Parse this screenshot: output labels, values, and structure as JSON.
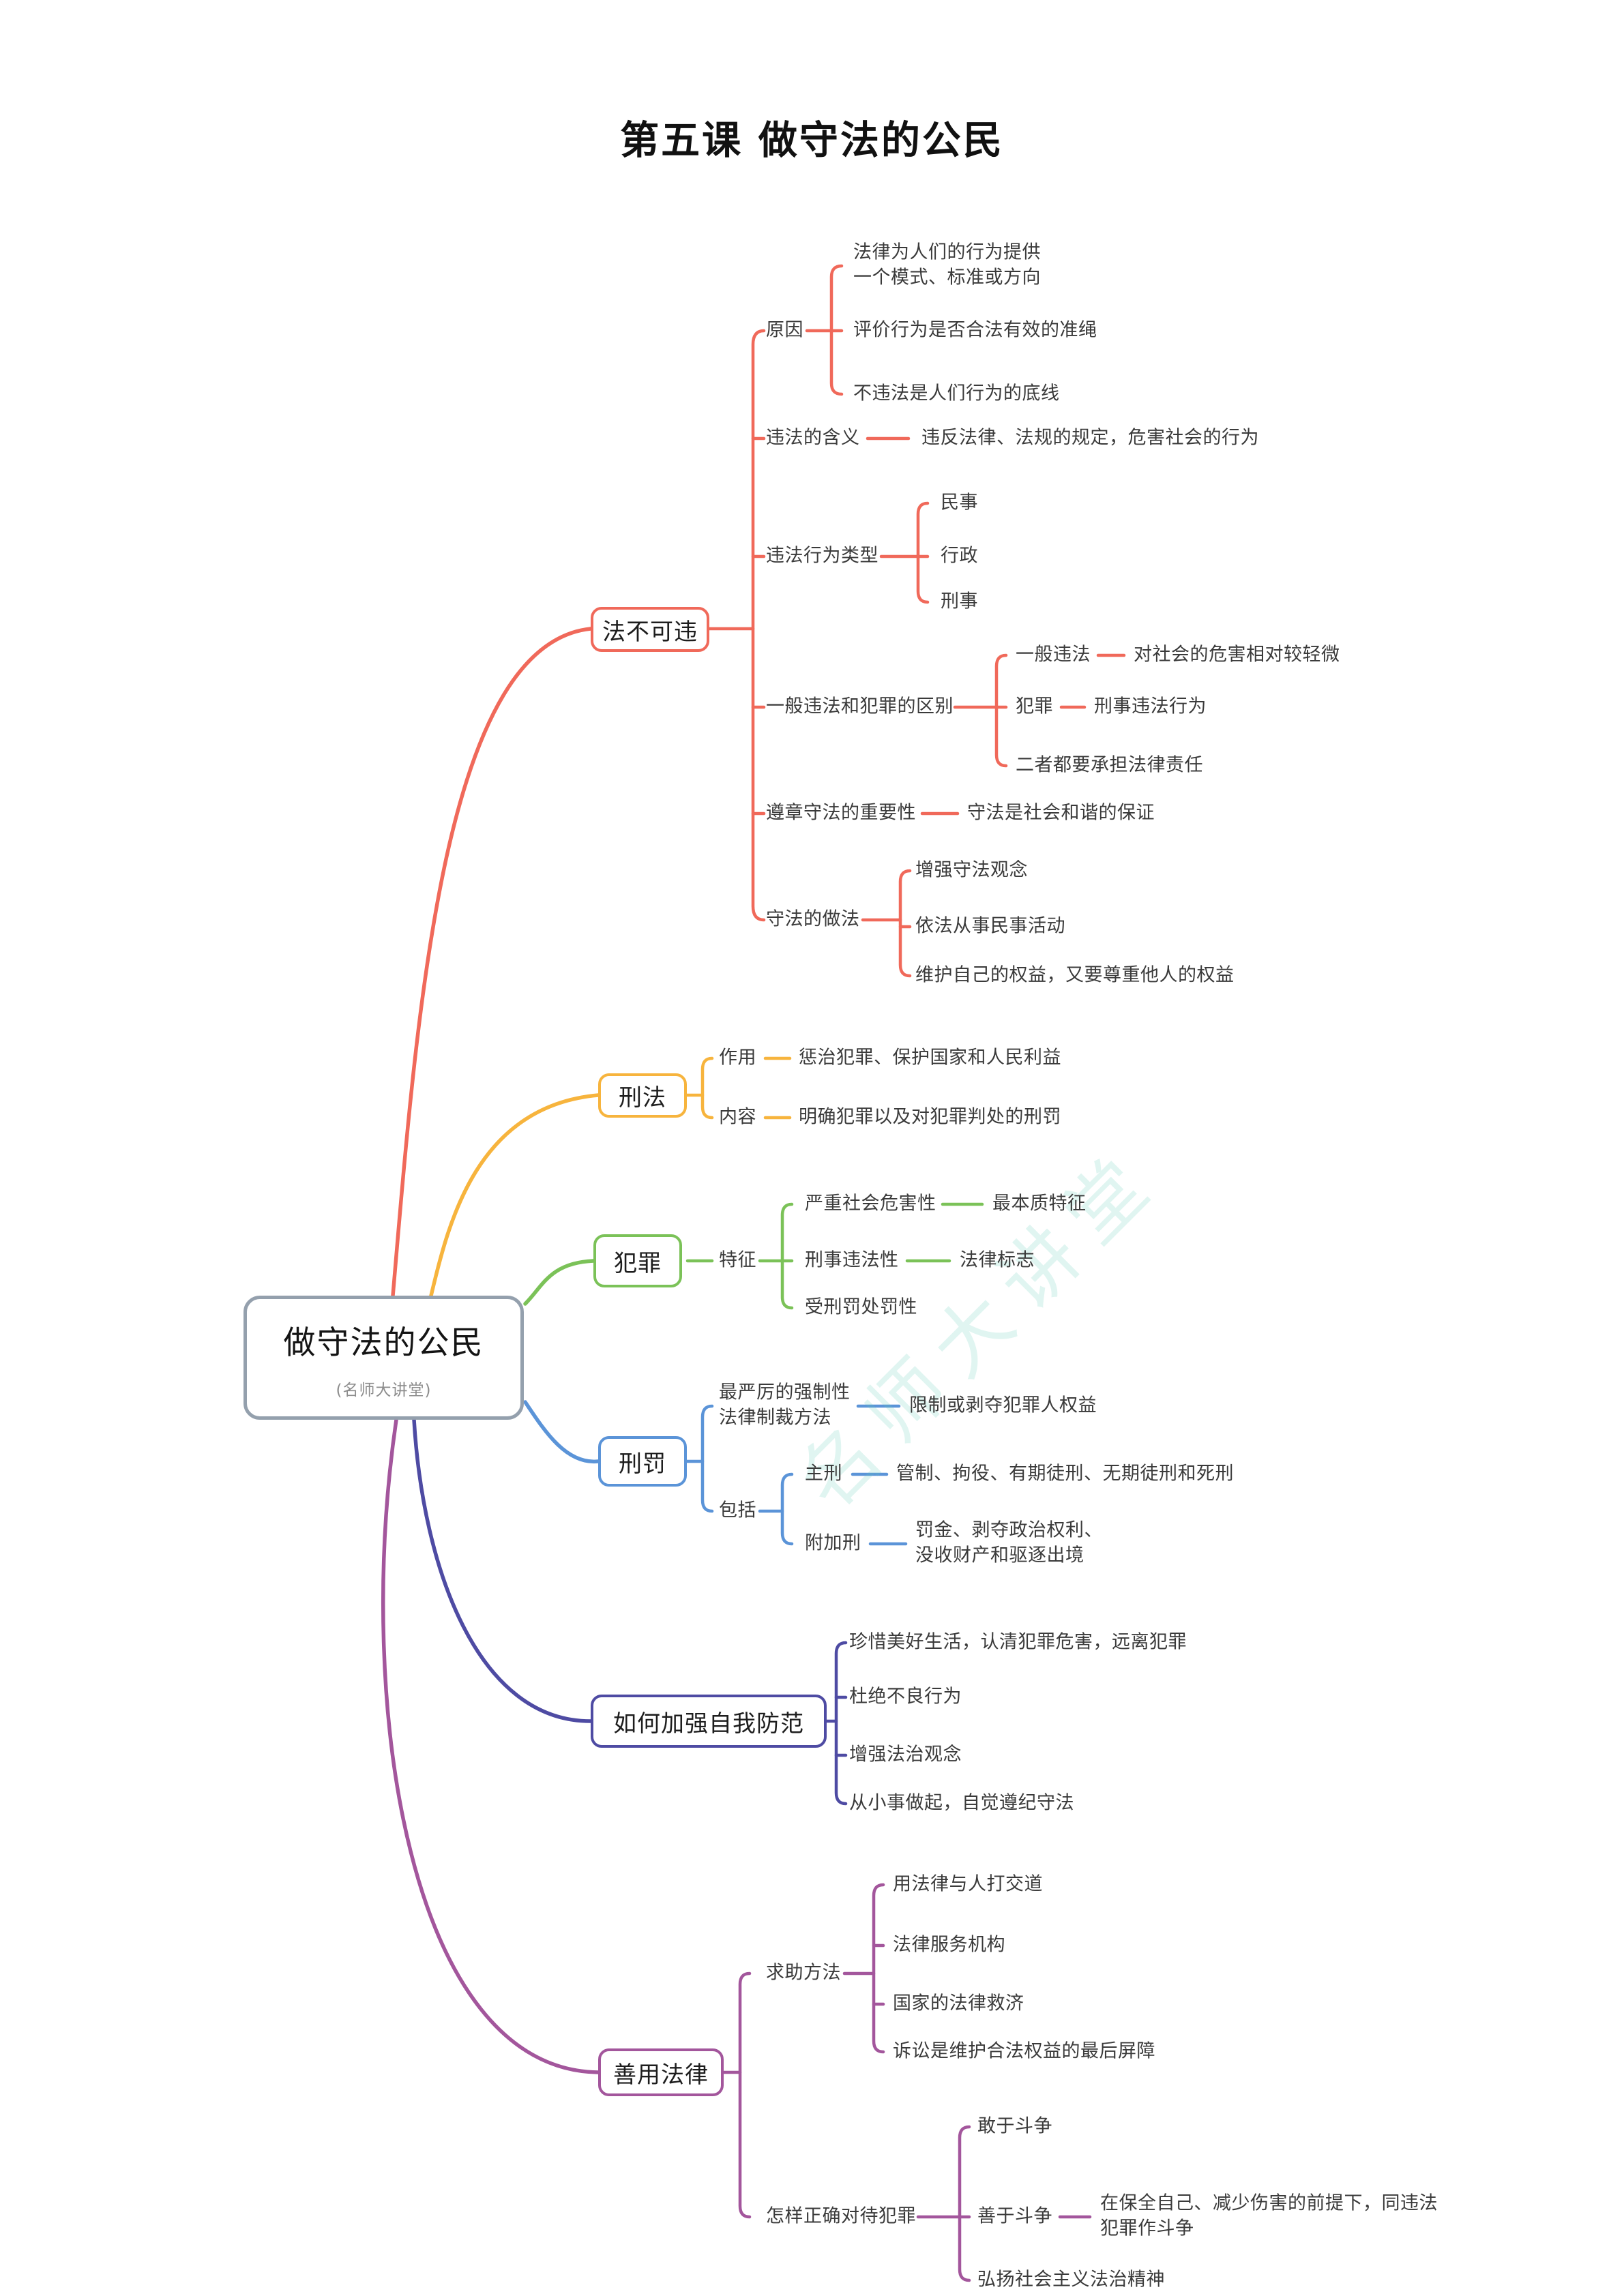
{
  "page_title": "第五课 做守法的公民",
  "watermark": "名师大讲堂",
  "root": {
    "label": "做守法的公民",
    "subtitle": "(名师大讲堂)"
  },
  "colors": {
    "branch_law_inviolable": "#f0695a",
    "branch_criminal_law": "#f7b43d",
    "branch_crime": "#7bc258",
    "branch_penalty": "#5b94d8",
    "branch_self_protection": "#4e4ba3",
    "branch_use_law": "#a3569c",
    "root_border": "#94a0ad"
  },
  "branches": [
    {
      "label": "法不可违",
      "color": "#f0695a",
      "children": [
        {
          "label": "原因",
          "children": [
            {
              "label": "法律为人们的行为提供\n一个模式、标准或方向"
            },
            {
              "label": "评价行为是否合法有效的准绳"
            },
            {
              "label": "不违法是人们行为的底线"
            }
          ]
        },
        {
          "label": "违法的含义",
          "children": [
            {
              "label": "违反法律、法规的规定，危害社会的行为"
            }
          ]
        },
        {
          "label": "违法行为类型",
          "children": [
            {
              "label": "民事"
            },
            {
              "label": "行政"
            },
            {
              "label": "刑事"
            }
          ]
        },
        {
          "label": "一般违法和犯罪的区别",
          "children": [
            {
              "label": "一般违法",
              "children": [
                {
                  "label": "对社会的危害相对较轻微"
                }
              ]
            },
            {
              "label": "犯罪",
              "children": [
                {
                  "label": "刑事违法行为"
                }
              ]
            },
            {
              "label": "二者都要承担法律责任"
            }
          ]
        },
        {
          "label": "遵章守法的重要性",
          "children": [
            {
              "label": "守法是社会和谐的保证"
            }
          ]
        },
        {
          "label": "守法的做法",
          "children": [
            {
              "label": "增强守法观念"
            },
            {
              "label": "依法从事民事活动"
            },
            {
              "label": "维护自己的权益，又要尊重他人的权益"
            }
          ]
        }
      ]
    },
    {
      "label": "刑法",
      "color": "#f7b43d",
      "children": [
        {
          "label": "作用",
          "children": [
            {
              "label": "惩治犯罪、保护国家和人民利益"
            }
          ]
        },
        {
          "label": "内容",
          "children": [
            {
              "label": "明确犯罪以及对犯罪判处的刑罚"
            }
          ]
        }
      ]
    },
    {
      "label": "犯罪",
      "color": "#7bc258",
      "children": [
        {
          "label": "特征",
          "children": [
            {
              "label": "严重社会危害性",
              "children": [
                {
                  "label": "最本质特征"
                }
              ]
            },
            {
              "label": "刑事违法性",
              "children": [
                {
                  "label": "法律标志"
                }
              ]
            },
            {
              "label": "受刑罚处罚性"
            }
          ]
        }
      ]
    },
    {
      "label": "刑罚",
      "color": "#5b94d8",
      "children": [
        {
          "label": "最严厉的强制性\n法律制裁方法",
          "children": [
            {
              "label": "限制或剥夺犯罪人权益"
            }
          ]
        },
        {
          "label": "包括",
          "children": [
            {
              "label": "主刑",
              "children": [
                {
                  "label": "管制、拘役、有期徒刑、无期徒刑和死刑"
                }
              ]
            },
            {
              "label": "附加刑",
              "children": [
                {
                  "label": "罚金、剥夺政治权利、\n没收财产和驱逐出境"
                }
              ]
            }
          ]
        }
      ]
    },
    {
      "label": "如何加强自我防范",
      "color": "#4e4ba3",
      "children": [
        {
          "label": "珍惜美好生活，认清犯罪危害，远离犯罪"
        },
        {
          "label": "杜绝不良行为"
        },
        {
          "label": "增强法治观念"
        },
        {
          "label": "从小事做起，自觉遵纪守法"
        }
      ]
    },
    {
      "label": "善用法律",
      "color": "#a3569c",
      "children": [
        {
          "label": "求助方法",
          "children": [
            {
              "label": "用法律与人打交道"
            },
            {
              "label": "法律服务机构"
            },
            {
              "label": "国家的法律救济"
            },
            {
              "label": "诉讼是维护合法权益的最后屏障"
            }
          ]
        },
        {
          "label": "怎样正确对待犯罪",
          "children": [
            {
              "label": "敢于斗争"
            },
            {
              "label": "善于斗争",
              "children": [
                {
                  "label": "在保全自己、减少伤害的前提下，同违法\n犯罪作斗争"
                }
              ]
            },
            {
              "label": "弘扬社会主义法治精神"
            }
          ]
        }
      ]
    }
  ]
}
